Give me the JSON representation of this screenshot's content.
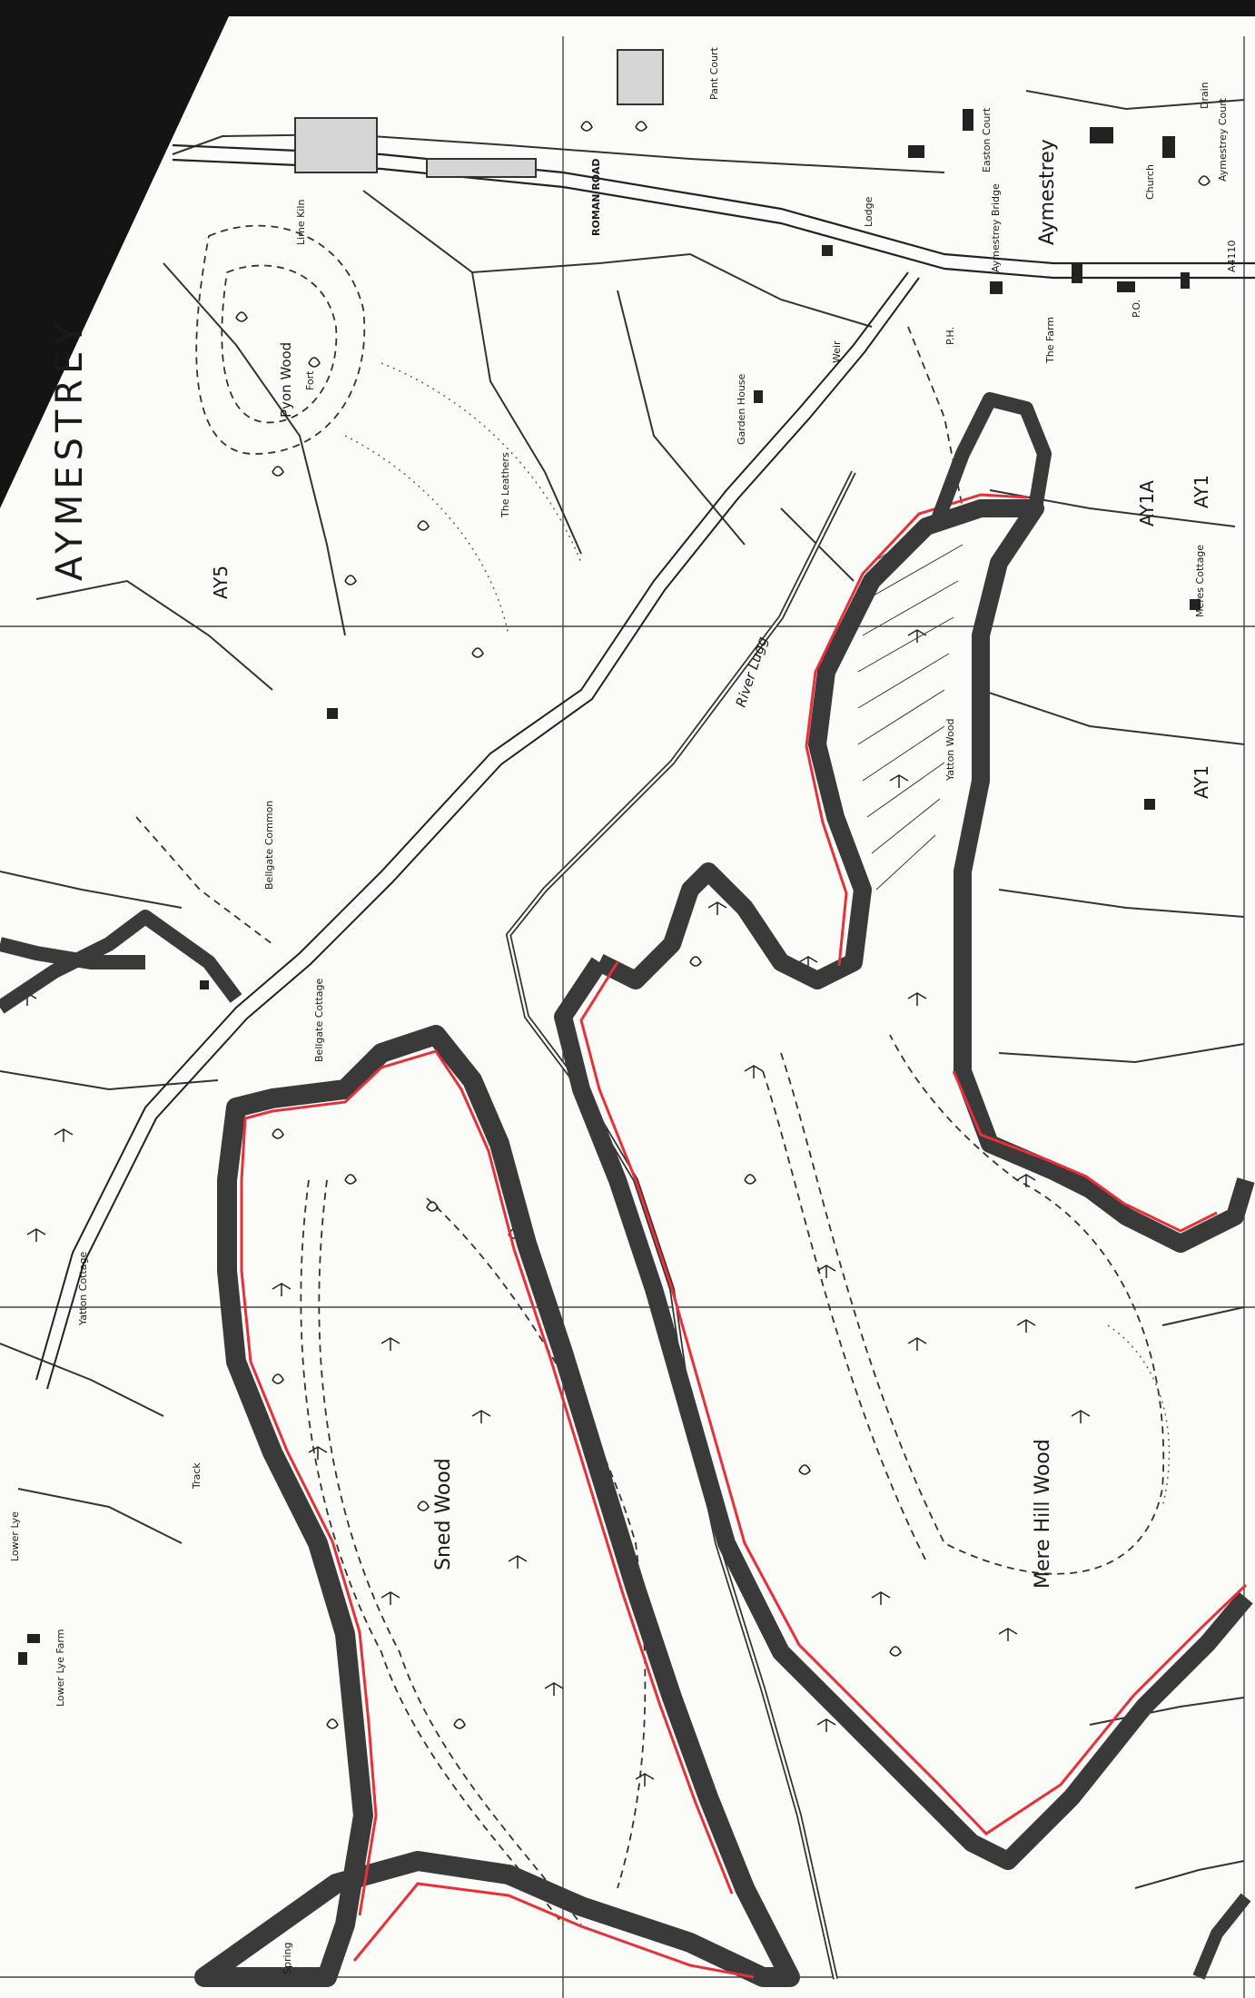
{
  "map": {
    "parish_name": "AYMESTREY",
    "woods": {
      "sned_wood": "Sned Wood",
      "mere_hill_wood": "Mere Hill Wood",
      "pyon_wood": "Pyon Wood",
      "yatton_wood": "Yatton Wood"
    },
    "river": "River Lugg",
    "road": "ROMAN ROAD",
    "road_number": "A4110",
    "features": {
      "aymestrey": "Aymestrey",
      "aymestrey_court": "Aymestrey Court",
      "aymestrey_bridge": "Aymestrey Bridge",
      "church": "Church",
      "the_farm": "The Farm",
      "the_leathers": "The Leathers",
      "bellgate_common": "Bellgate Common",
      "bellgate_cottage": "Bellgate Cottage",
      "lower_lye": "Lower Lye",
      "lower_lye_farm": "Lower Lye Farm",
      "garden_house": "Garden House",
      "limekiln": "Lime Kiln",
      "fort": "Fort",
      "weir": "Weir",
      "track": "Track",
      "drain": "Drain",
      "lodge": "Lodge",
      "post_office": "P.O.",
      "pant_court": "Pant Court",
      "easton_court": "Easton Court",
      "meres_cottage": "Meres Cottage",
      "yatton_cottage": "Yatton Cottage",
      "spring": "Spring",
      "ph": "P.H."
    },
    "plot_codes": [
      "AY5",
      "AY1A",
      "AY1",
      "AY1"
    ],
    "boundary_colors": {
      "boundary": "#3a3a3a",
      "edge_highlight": "#e8303a",
      "paper": "#fbfbf8",
      "ink": "#222222"
    }
  }
}
